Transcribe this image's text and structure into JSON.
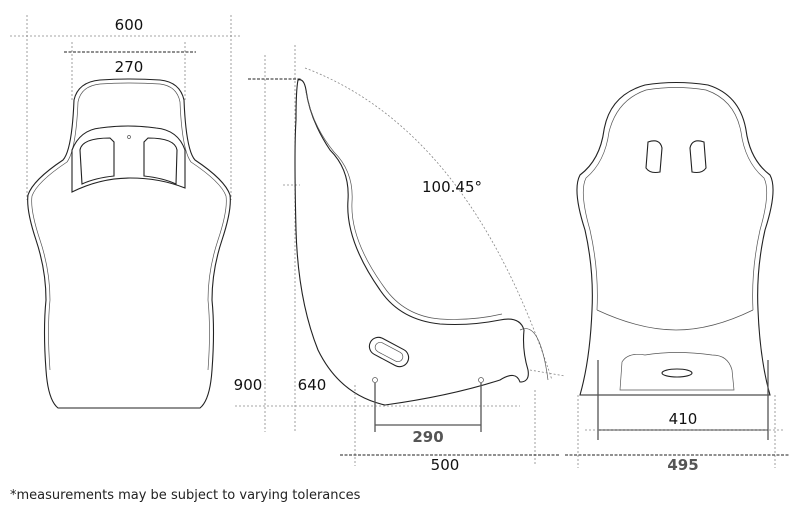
{
  "back_view": {
    "width_label": "600",
    "headrest_label": "270"
  },
  "side_view": {
    "height_label": "900",
    "seat_height_label": "640",
    "angle_label": "100.45°",
    "mount_label": "290",
    "depth_label": "500"
  },
  "front_view": {
    "inner_width_label": "410",
    "outer_width_label": "495"
  },
  "footnote": "*measurements may be subject to varying tolerances"
}
